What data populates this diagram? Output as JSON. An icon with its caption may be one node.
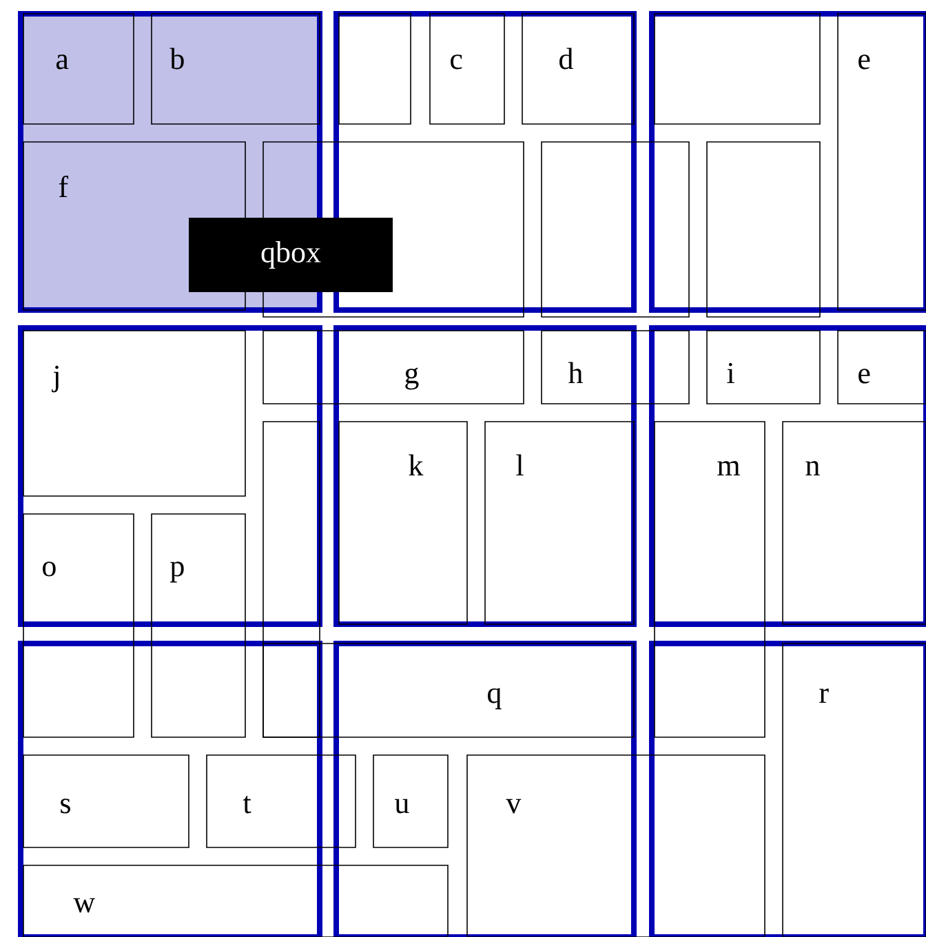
{
  "diagram": {
    "nodes": [
      {
        "text": [
          "a"
        ]
      },
      {
        "text": [
          "b"
        ]
      },
      {
        "text": [],
        "shape": "box"
      },
      {
        "text": [
          "c"
        ]
      },
      {
        "text": [
          "d"
        ]
      },
      {
        "text": [],
        "shape": "box"
      },
      {
        "text": [
          "e"
        ]
      },
      {
        "text": [
          "f"
        ]
      },
      {
        "text": [],
        "shape": "box"
      },
      {
        "text": [],
        "shape": "box"
      },
      {
        "text": [],
        "shape": "box"
      },
      {
        "text": [
          "qbox"
        ]
      },
      {
        "text": [
          "g"
        ]
      },
      {
        "text": [
          "h"
        ]
      },
      {
        "text": [
          "i"
        ]
      },
      {
        "text": [
          "e"
        ]
      },
      {
        "text": [
          "j"
        ]
      },
      {
        "text": [],
        "shape": "box"
      },
      {
        "text": [
          "k"
        ]
      },
      {
        "text": [
          "l"
        ]
      },
      {
        "text": [
          "m"
        ]
      },
      {
        "text": [
          "n"
        ]
      },
      {
        "text": [
          "o"
        ]
      },
      {
        "text": [
          "p"
        ]
      },
      {
        "text": [
          "q"
        ]
      },
      {
        "text": [
          "r"
        ]
      },
      {
        "text": [
          "s"
        ]
      },
      {
        "text": [
          "t"
        ]
      },
      {
        "text": [
          "u"
        ]
      },
      {
        "text": [
          "v"
        ]
      },
      {
        "text": [
          "w"
        ]
      }
    ]
  }
}
